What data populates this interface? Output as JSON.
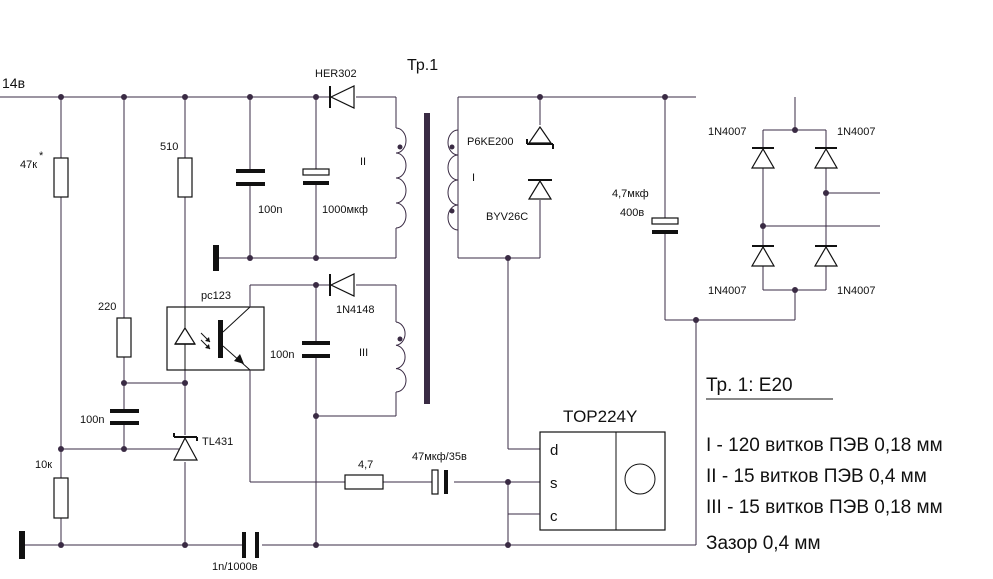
{
  "supply": {
    "input_label": "14в",
    "core_label": "Тр.1"
  },
  "components": {
    "r_47k": "47к",
    "r_47k_star": "*",
    "r_510": "510",
    "r_220": "220",
    "c_100n_left": "100n",
    "r_10k": "10к",
    "tl431": "TL431",
    "optocoupler": "pc123",
    "d_her302": "HER302",
    "c_100n_top": "100n",
    "c_1000": "1000мкф",
    "winding_II": "II",
    "d_1n4148": "1N4148",
    "c_100n_mid": "100n",
    "winding_III": "III",
    "winding_I": "I",
    "tvs_p6ke200": "P6KE200",
    "d_byv26c": "BYV26C",
    "c_bulk_value": "4,7мкф",
    "c_bulk_voltage": "400в",
    "bridge_tl": "1N4007",
    "bridge_tr": "1N4007",
    "bridge_bl": "1N4007",
    "bridge_br": "1N4007",
    "ic_name": "TOP224Y",
    "pin_d": "d",
    "pin_s": "s",
    "pin_c": "c",
    "r_4_7": "4,7",
    "c_47": "47мкф/35в",
    "c_y": "1n/1000в"
  },
  "notes": {
    "title": "Тр. 1:  Е20",
    "line1": "I - 120 витков ПЭВ 0,18 мм",
    "line2": "II - 15 витков ПЭВ 0,4 мм",
    "line3": "III - 15 витков ПЭВ 0,18 мм",
    "line4": "Зазор 0,4 мм"
  }
}
